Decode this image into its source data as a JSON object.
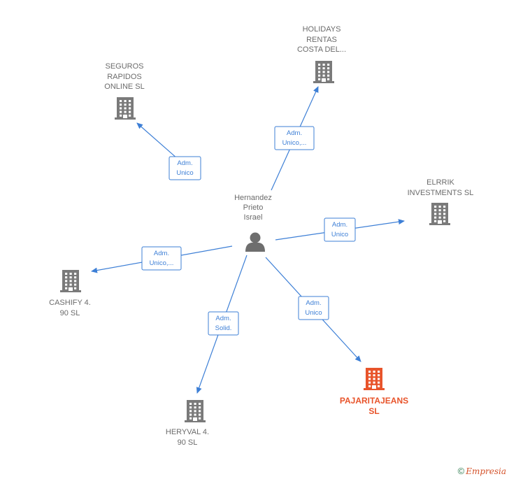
{
  "center": {
    "label": "Hernandez\nPrieto\nIsrael",
    "icon": "person-icon"
  },
  "nodes": [
    {
      "id": "holidays",
      "label": "HOLIDAYS\nRENTAS\nCOSTA DEL...",
      "edge_label": "Adm.\nUnico,...",
      "highlight": false,
      "icon": "building-icon"
    },
    {
      "id": "seguros",
      "label": "SEGUROS\nRAPIDOS\nONLINE  SL",
      "edge_label": "Adm.\nUnico",
      "highlight": false,
      "icon": "building-icon"
    },
    {
      "id": "elrrik",
      "label": "ELRRIK\nINVESTMENTS SL",
      "edge_label": "Adm.\nUnico",
      "highlight": false,
      "icon": "building-icon"
    },
    {
      "id": "cashify",
      "label": "CASHIFY 4.\n90  SL",
      "edge_label": "Adm.\nUnico,...",
      "highlight": false,
      "icon": "building-icon"
    },
    {
      "id": "pajarita",
      "label": "PAJARITAJEANS\nSL",
      "edge_label": "Adm.\nUnico",
      "highlight": true,
      "icon": "building-icon"
    },
    {
      "id": "heryval",
      "label": "HERYVAL 4.\n90  SL",
      "edge_label": "Adm.\nSolid.",
      "highlight": false,
      "icon": "building-icon"
    }
  ],
  "colors": {
    "edge": "#3d7fd6",
    "node_default": "#7a7a7a",
    "node_highlight": "#e8542b",
    "person": "#6e6e6e"
  },
  "footer": {
    "copyright_symbol": "©",
    "brand": "Empresia"
  }
}
